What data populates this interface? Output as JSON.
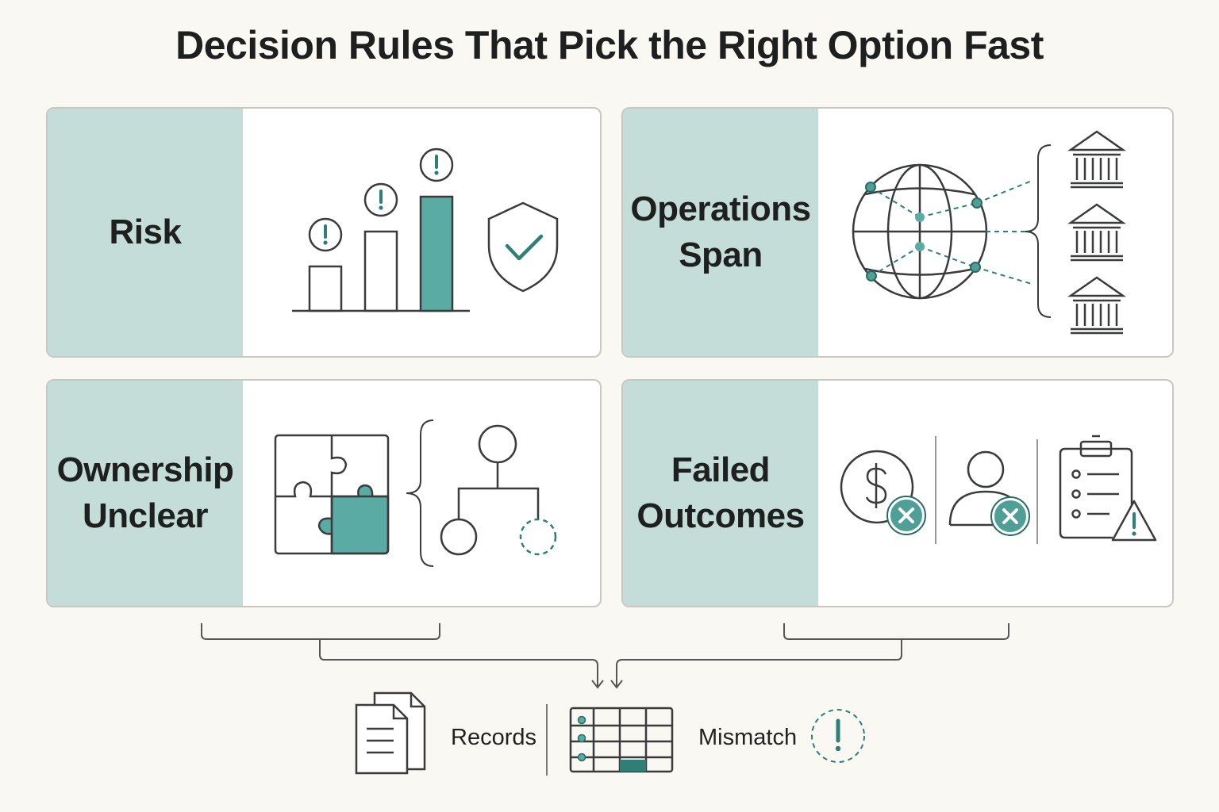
{
  "title": "Decision Rules That Pick the Right Option Fast",
  "cards": {
    "risk": {
      "label_lines": [
        "Risk"
      ]
    },
    "operations_span": {
      "label_lines": [
        "Operations",
        "Span"
      ]
    },
    "ownership_unclear": {
      "label_lines": [
        "Ownership",
        "Unclear"
      ]
    },
    "failed_outcomes": {
      "label_lines": [
        "Failed",
        "Outcomes"
      ]
    }
  },
  "footer": {
    "records_label": "Records",
    "mismatch_label": "Mismatch"
  },
  "colors": {
    "accent": "#5aaba3",
    "accent_dark": "#2f7f77",
    "label_panel": "#c4ddd8",
    "stroke": "#3a3b3b",
    "background": "#faf8f3"
  },
  "icons": {
    "risk": [
      "bar-chart-icon",
      "warning-circle-icon",
      "shield-check-icon"
    ],
    "operations_span": [
      "globe-network-icon",
      "bank-icon"
    ],
    "ownership_unclear": [
      "puzzle-icon",
      "org-chart-icon"
    ],
    "failed_outcomes": [
      "dollar-x-icon",
      "user-x-icon",
      "clipboard-warning-icon"
    ],
    "footer": [
      "documents-icon",
      "table-icon",
      "warning-dashed-icon"
    ]
  }
}
